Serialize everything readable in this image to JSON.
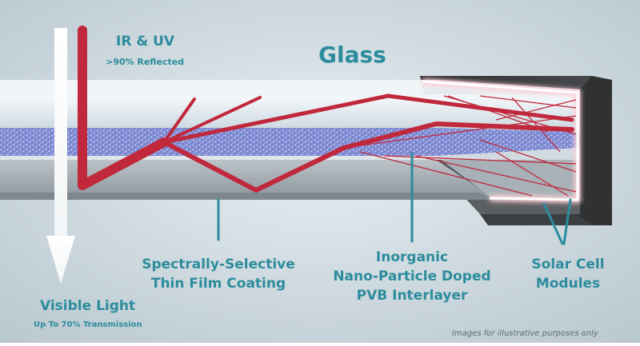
{
  "colors": {
    "background": "#d3dde3",
    "accent_teal": "#2c8c9c",
    "ray_red": "#c0283c",
    "frame_dark": "#3a3c3f",
    "light_white": "#ffffff"
  },
  "labels": {
    "ir_uv_title": "IR & UV",
    "ir_uv_sub": ">90% Reflected",
    "glass": "Glass",
    "coating_line1": "Spectrally-Selective",
    "coating_line2": "Thin Film Coating",
    "interlayer_line1": "Inorganic",
    "interlayer_line2": "Nano-Particle Doped",
    "interlayer_line3": "PVB Interlayer",
    "solar_line1": "Solar Cell",
    "solar_line2": "Modules",
    "visible_title": "Visible Light",
    "visible_sub": "Up To 70% Transmission",
    "disclaimer": "Images for illustrative purposes only"
  }
}
